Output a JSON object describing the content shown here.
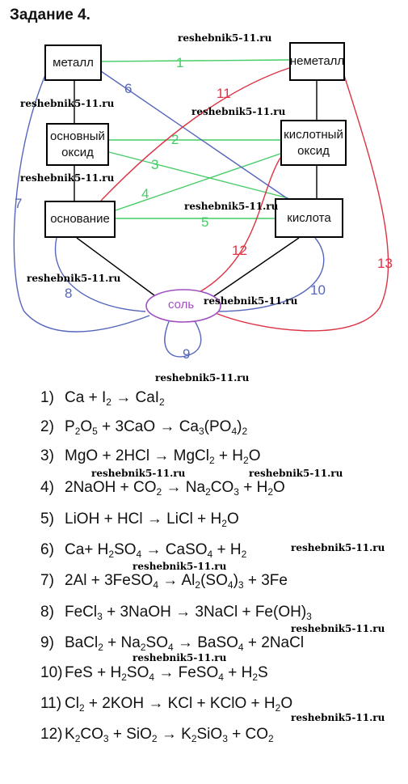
{
  "title": "Задание 4.",
  "watermark": "reshebnik5-11.ru",
  "boxes": {
    "metal": "металл",
    "nonmetal": "неметалл",
    "basic_oxide_1": "основный",
    "basic_oxide_2": "оксид",
    "acidic_oxide_1": "кислотный",
    "acidic_oxide_2": "оксид",
    "base": "основание",
    "acid": "кислота",
    "salt": "соль"
  },
  "links": [
    "1",
    "2",
    "3",
    "4",
    "5",
    "6",
    "7",
    "8",
    "9",
    "10",
    "11",
    "12",
    "13"
  ],
  "colors": {
    "green": "#44cc66",
    "blue": "#5566bb",
    "red": "#dd3344",
    "salt": "#a050c0"
  },
  "equations": [
    {
      "n": "1)",
      "parts": [
        [
          "Ca + I",
          ""
        ],
        [
          "2",
          "sub"
        ],
        [
          " → CaI",
          ""
        ],
        [
          "2",
          "sub"
        ]
      ]
    },
    {
      "n": "2)",
      "parts": [
        [
          "P",
          ""
        ],
        [
          "2",
          "sub"
        ],
        [
          "O",
          ""
        ],
        [
          "5",
          "sub"
        ],
        [
          " + 3CaO → Ca",
          ""
        ],
        [
          "3",
          "sub"
        ],
        [
          "(PO",
          ""
        ],
        [
          "4",
          "sub"
        ],
        [
          ")",
          ""
        ],
        [
          "2",
          "sub"
        ]
      ]
    },
    {
      "n": "3)",
      "parts": [
        [
          "MgO + 2HCl → MgCl",
          ""
        ],
        [
          "2",
          "sub"
        ],
        [
          " + H",
          ""
        ],
        [
          "2",
          "sub"
        ],
        [
          "O",
          ""
        ]
      ]
    },
    {
      "n": "4)",
      "parts": [
        [
          "2NaOH + CO",
          ""
        ],
        [
          "2",
          "sub"
        ],
        [
          " → Na",
          ""
        ],
        [
          "2",
          "sub"
        ],
        [
          "CO",
          ""
        ],
        [
          "3",
          "sub"
        ],
        [
          " + H",
          ""
        ],
        [
          "2",
          "sub"
        ],
        [
          "O",
          ""
        ]
      ]
    },
    {
      "n": "5)",
      "parts": [
        [
          "LiOH + HCl → LiCl + H",
          ""
        ],
        [
          "2",
          "sub"
        ],
        [
          "O",
          ""
        ]
      ]
    },
    {
      "n": "6)",
      "parts": [
        [
          "Ca+ H",
          ""
        ],
        [
          "2",
          "sub"
        ],
        [
          "SO",
          ""
        ],
        [
          "4",
          "sub"
        ],
        [
          " → CaSO",
          ""
        ],
        [
          "4",
          "sub"
        ],
        [
          " + H",
          ""
        ],
        [
          "2",
          "sub"
        ]
      ]
    },
    {
      "n": "7)",
      "parts": [
        [
          "2Al + 3FeSO",
          ""
        ],
        [
          "4",
          "sub"
        ],
        [
          " → Al",
          ""
        ],
        [
          "2",
          "sub"
        ],
        [
          "(SO",
          ""
        ],
        [
          "4",
          "sub"
        ],
        [
          ")",
          ""
        ],
        [
          "3",
          "sub"
        ],
        [
          " + 3Fe",
          ""
        ]
      ]
    },
    {
      "n": "8)",
      "parts": [
        [
          "FeCl",
          ""
        ],
        [
          "3",
          "sub"
        ],
        [
          " + 3NaOH → 3NaCl + Fe(OH)",
          ""
        ],
        [
          "3",
          "sub"
        ]
      ]
    },
    {
      "n": "9)",
      "parts": [
        [
          "BaCl",
          ""
        ],
        [
          "2",
          "sub"
        ],
        [
          " + Na",
          ""
        ],
        [
          "2",
          "sub"
        ],
        [
          "SO",
          ""
        ],
        [
          "4",
          "sub"
        ],
        [
          " → BaSO",
          ""
        ],
        [
          "4",
          "sub"
        ],
        [
          " + 2NaCl",
          ""
        ]
      ]
    },
    {
      "n": "10)",
      "parts": [
        [
          "FeS + H",
          ""
        ],
        [
          "2",
          "sub"
        ],
        [
          "SO",
          ""
        ],
        [
          "4",
          "sub"
        ],
        [
          " → FeSO",
          ""
        ],
        [
          "4",
          "sub"
        ],
        [
          " + H",
          ""
        ],
        [
          "2",
          "sub"
        ],
        [
          "S",
          ""
        ]
      ]
    },
    {
      "n": "11)",
      "parts": [
        [
          "Cl",
          ""
        ],
        [
          "2",
          "sub"
        ],
        [
          " + 2KOH → KCl + KClO + H",
          ""
        ],
        [
          "2",
          "sub"
        ],
        [
          "O",
          ""
        ]
      ]
    },
    {
      "n": "12)",
      "parts": [
        [
          "K",
          ""
        ],
        [
          "2",
          "sub"
        ],
        [
          "CO",
          ""
        ],
        [
          "3",
          "sub"
        ],
        [
          " + SiO",
          ""
        ],
        [
          "2",
          "sub"
        ],
        [
          " → K",
          ""
        ],
        [
          "2",
          "sub"
        ],
        [
          "SiO",
          ""
        ],
        [
          "3",
          "sub"
        ],
        [
          " + CO",
          ""
        ],
        [
          "2",
          "sub"
        ]
      ]
    }
  ]
}
